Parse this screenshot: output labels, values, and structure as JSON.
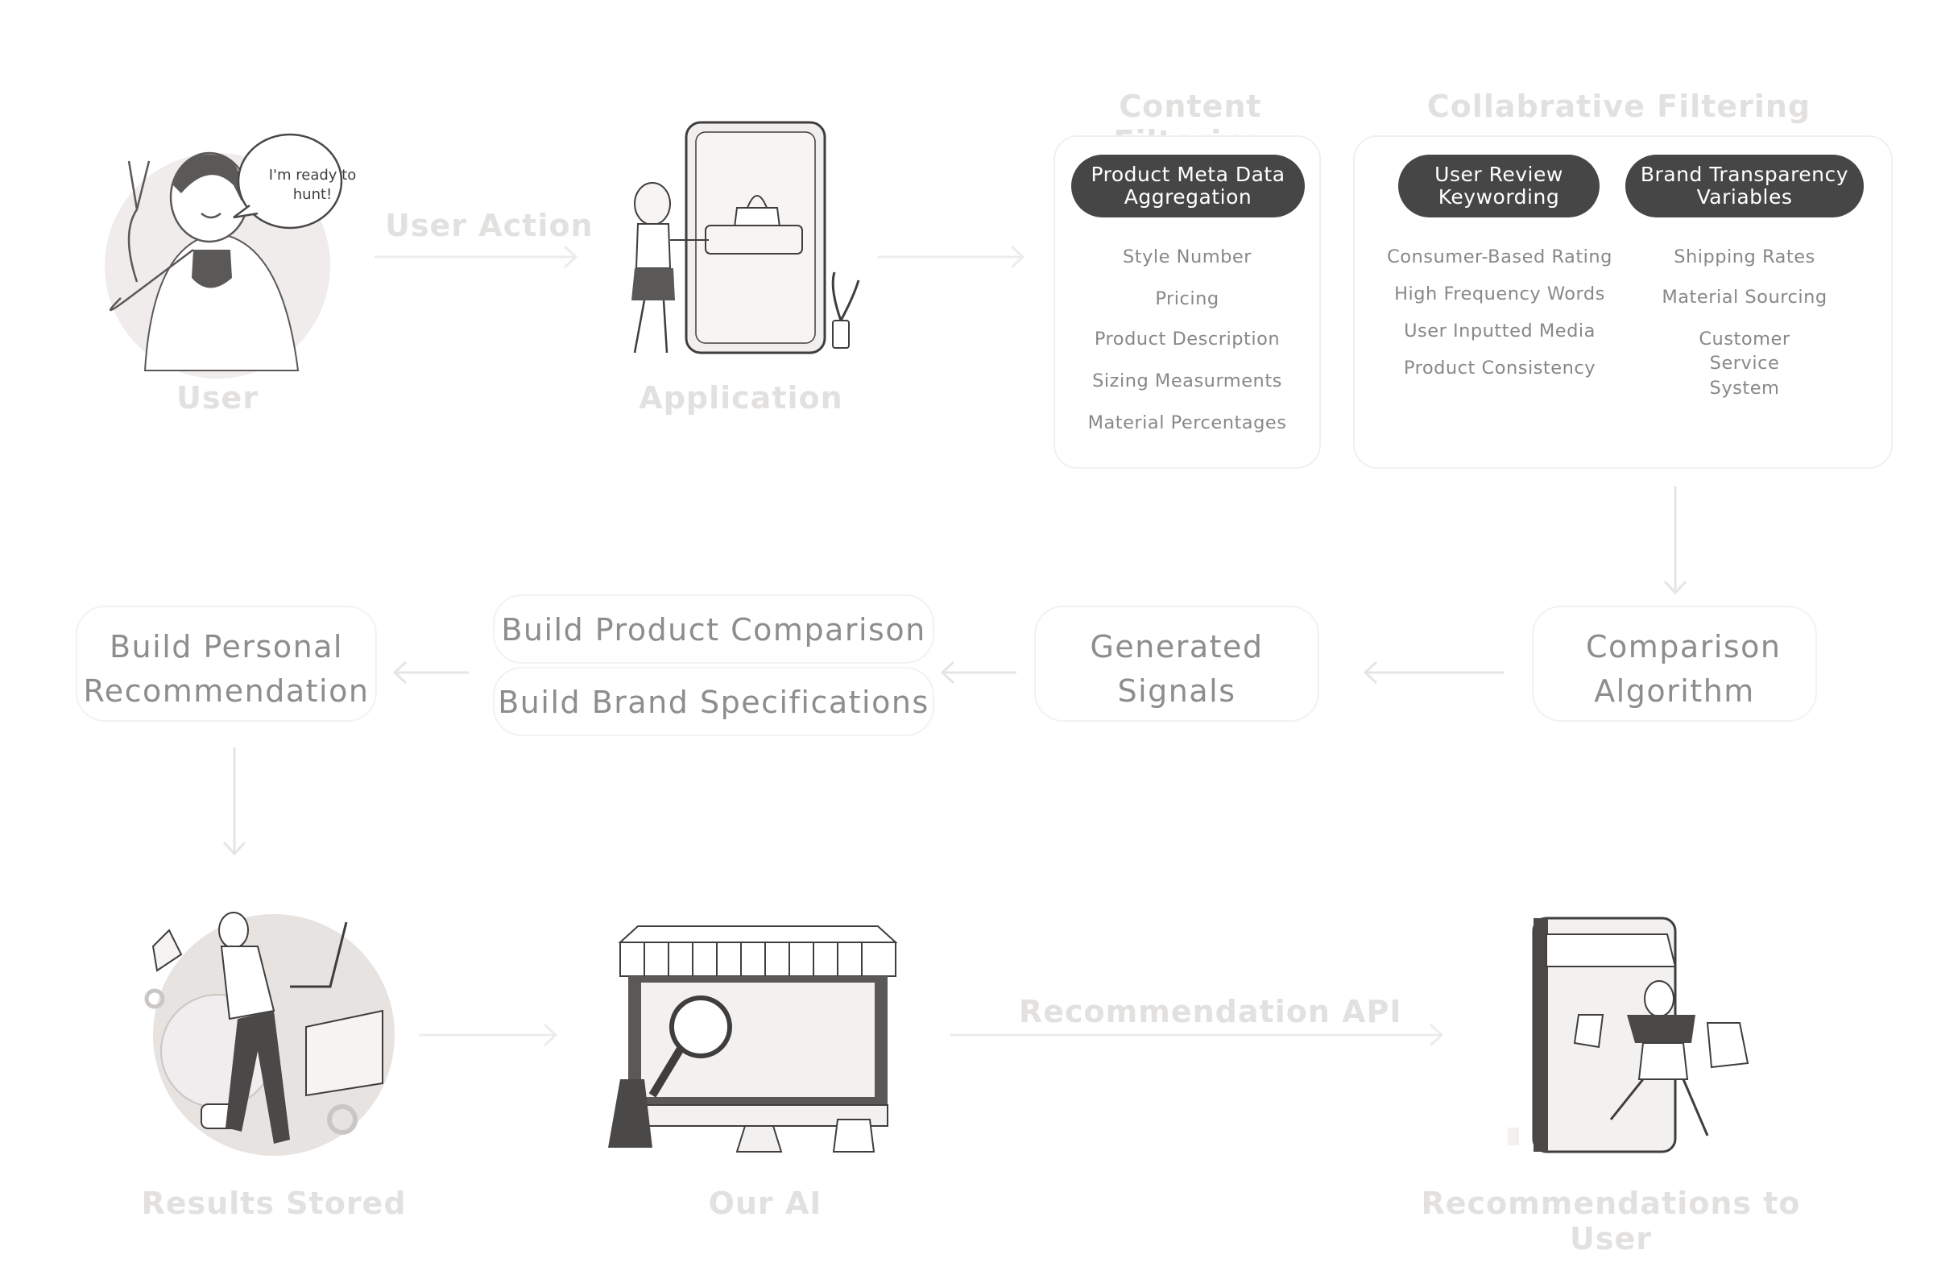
{
  "stages": {
    "user": "User",
    "application": "Application",
    "results_stored": "Results Stored",
    "our_ai": "Our AI",
    "recommendations": "Recommendations to User"
  },
  "speech_bubble": "I'm ready to hunt!",
  "arrows": {
    "user_action": "User Action",
    "recommendation_api": "Recommendation API"
  },
  "content_filtering": {
    "title": "Content Filtering",
    "pill": "Product Meta Data Aggregation",
    "items": [
      "Style Number",
      "Pricing",
      "Product Description",
      "Sizing Measurments",
      "Material Percentages"
    ]
  },
  "collaborative_filtering": {
    "title": "Collabrative Filtering",
    "review": {
      "pill": "User Review Keywording",
      "items": [
        "Consumer-Based Rating",
        "High Frequency Words",
        "User Inputted Media",
        "Product Consistency"
      ]
    },
    "brand": {
      "pill": "Brand Transparency Variables",
      "items": [
        "Shipping Rates",
        "Material Sourcing",
        "Customer Service System"
      ]
    }
  },
  "process": {
    "comparison_algorithm": "Comparison Algorithm",
    "generated_signals": "Generated Signals",
    "build_product_comparison": "Build Product Comparison",
    "build_brand_specifications": "Build Brand Specifications",
    "build_personal_recommendation": "Build Personal Recommendation"
  }
}
